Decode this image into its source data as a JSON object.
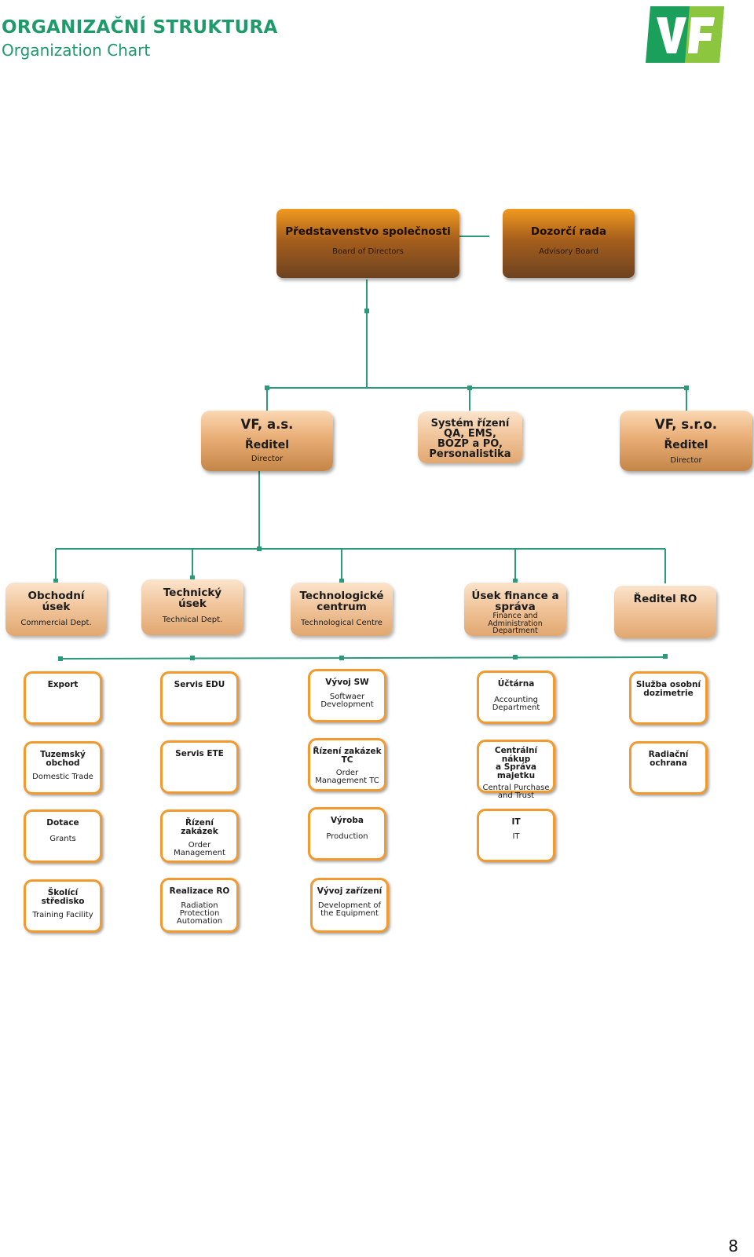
{
  "header": {
    "title_cz": "ORGANIZAČNÍ STRUKTURA",
    "title_en": "Organization Chart",
    "logo_text": "VF"
  },
  "colors": {
    "heading": "#1f9b6b",
    "line": "#2a9a7a",
    "box_border": "#f29a2e",
    "logo_green": "#1aa05a",
    "logo_lime": "#8cc63f"
  },
  "top": {
    "board": {
      "title": "Představenstvo společnosti",
      "sub": "Board of Directors"
    },
    "supervisory": {
      "title": "Dozorčí rada",
      "sub": "Advisory Board"
    }
  },
  "level2": {
    "vfas": {
      "name": "VF, a.s.",
      "role": "Ředitel",
      "sub": "Director"
    },
    "system": {
      "l1": "Systém řízení",
      "l2": "QA, EMS,",
      "l3": "BOZP a PO,",
      "l4": "Personalistika"
    },
    "vfsro": {
      "name": "VF, s.r.o.",
      "role": "Ředitel",
      "sub": "Director"
    }
  },
  "depts": {
    "commercial": {
      "l1": "Obchodní",
      "l2": "úsek",
      "sub": "Commercial Dept."
    },
    "technical": {
      "l1": "Technický",
      "l2": "úsek",
      "sub": "Technical Dept."
    },
    "technological": {
      "l1": "Technologické",
      "l2": "centrum",
      "sub": "Technological Centre"
    },
    "finance": {
      "l1": "Úsek finance a",
      "l2": "správa",
      "s1": "Finance and",
      "s2": "Administration",
      "s3": "Department"
    },
    "ro": {
      "l1": "Ředitel RO"
    }
  },
  "units": {
    "export": {
      "l1": "Export"
    },
    "tuzemsky": {
      "l1": "Tuzemský",
      "l2": "obchod",
      "sub": "Domestic Trade"
    },
    "dotace": {
      "l1": "Dotace",
      "sub": "Grants"
    },
    "skolici": {
      "l1": "Školící",
      "l2": "středisko",
      "sub": "Training Facility"
    },
    "servis_edu": {
      "l1": "Servis EDU"
    },
    "servis_ete": {
      "l1": "Servis ETE"
    },
    "rizeni_zakazek": {
      "l1": "Řízení",
      "l2": "zakázek",
      "s1": "Order",
      "s2": "Management"
    },
    "realizace_ro": {
      "l1": "Realizace RO",
      "s1": "Radiation",
      "s2": "Protection",
      "s3": "Automation"
    },
    "vyvoj_sw": {
      "l1": "Vývoj  SW",
      "s1": "Softwaer",
      "s2": "Development"
    },
    "rizeni_tc": {
      "l1": "Řízení zakázek",
      "l2": "TC",
      "s1": "Order",
      "s2": "Management TC"
    },
    "vyroba": {
      "l1": "Výroba",
      "sub": "Production"
    },
    "vyvoj_zarizeni": {
      "l1": "Vývoj zařízení",
      "s1": "Development of",
      "s2": "the Equipment"
    },
    "uctarna": {
      "l1": "Účtárna",
      "s1": "Accounting",
      "s2": "Department"
    },
    "centralni": {
      "l1": "Centrální nákup",
      "l2": "a Správa",
      "l3": "majetku",
      "s1": "Central Purchase",
      "s2": "and Trust"
    },
    "it": {
      "l1": "IT",
      "sub": "IT"
    },
    "sluzba": {
      "l1": "Služba osobní",
      "l2": "dozimetrie"
    },
    "radiacni": {
      "l1": "Radiační",
      "l2": "ochrana"
    }
  },
  "footer": {
    "page_number": "8"
  }
}
